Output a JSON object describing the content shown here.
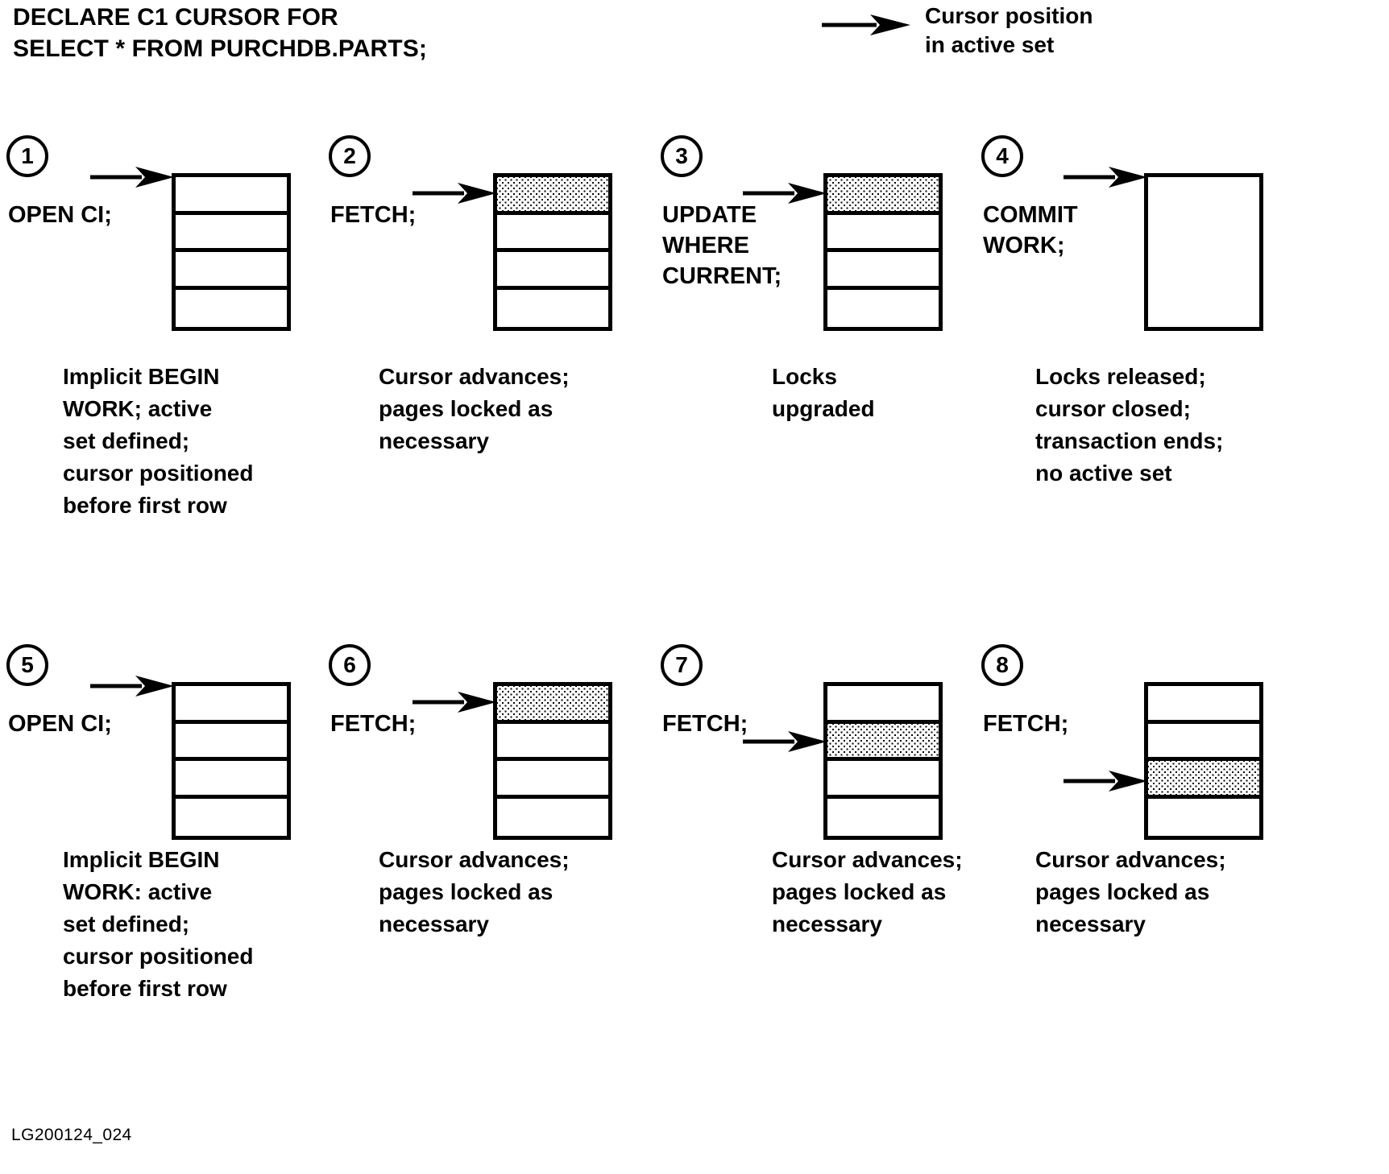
{
  "header": {
    "sql_declaration": "DECLARE C1 CURSOR FOR\nSELECT * FROM PURCHDB.PARTS;",
    "legend": {
      "icon": "right-arrow-icon",
      "text": "Cursor position\nin active set"
    }
  },
  "footer": {
    "label": "LG200124_024"
  },
  "colors": {
    "ink": "#000000",
    "paper": "#ffffff",
    "shading": "stipple-dots"
  },
  "steps": [
    {
      "number": "1",
      "command": "OPEN CI;",
      "caption": "Implicit BEGIN\nWORK; active\nset defined;\ncursor positioned\nbefore first row",
      "rows": 4,
      "shaded_row": null,
      "cursor_row": 0,
      "box_type": "rows"
    },
    {
      "number": "2",
      "command": "FETCH;",
      "caption": "Cursor advances;\npages locked as\nnecessary",
      "rows": 4,
      "shaded_row": 1,
      "cursor_row": 1,
      "box_type": "rows"
    },
    {
      "number": "3",
      "command": "UPDATE\nWHERE\nCURRENT;",
      "caption": "Locks\nupgraded",
      "rows": 4,
      "shaded_row": 1,
      "cursor_row": 1,
      "box_type": "rows"
    },
    {
      "number": "4",
      "command": "COMMIT\nWORK;",
      "caption": "Locks released;\ncursor closed;\ntransaction ends;\nno active set",
      "rows": 4,
      "shaded_row": null,
      "cursor_row": 0,
      "box_type": "empty"
    },
    {
      "number": "5",
      "command": "OPEN CI;",
      "caption": "Implicit BEGIN\nWORK: active\nset defined;\ncursor positioned\nbefore first row",
      "rows": 4,
      "shaded_row": null,
      "cursor_row": 0,
      "box_type": "rows"
    },
    {
      "number": "6",
      "command": "FETCH;",
      "caption": "Cursor advances;\npages locked as\nnecessary",
      "rows": 4,
      "shaded_row": 1,
      "cursor_row": 1,
      "box_type": "rows"
    },
    {
      "number": "7",
      "command": "FETCH;",
      "caption": "Cursor advances;\npages locked as\nnecessary",
      "rows": 4,
      "shaded_row": 2,
      "cursor_row": 2,
      "box_type": "rows"
    },
    {
      "number": "8",
      "command": "FETCH;",
      "caption": "Cursor advances;\npages locked as\nnecessary",
      "rows": 4,
      "shaded_row": 3,
      "cursor_row": 3,
      "box_type": "rows"
    }
  ]
}
